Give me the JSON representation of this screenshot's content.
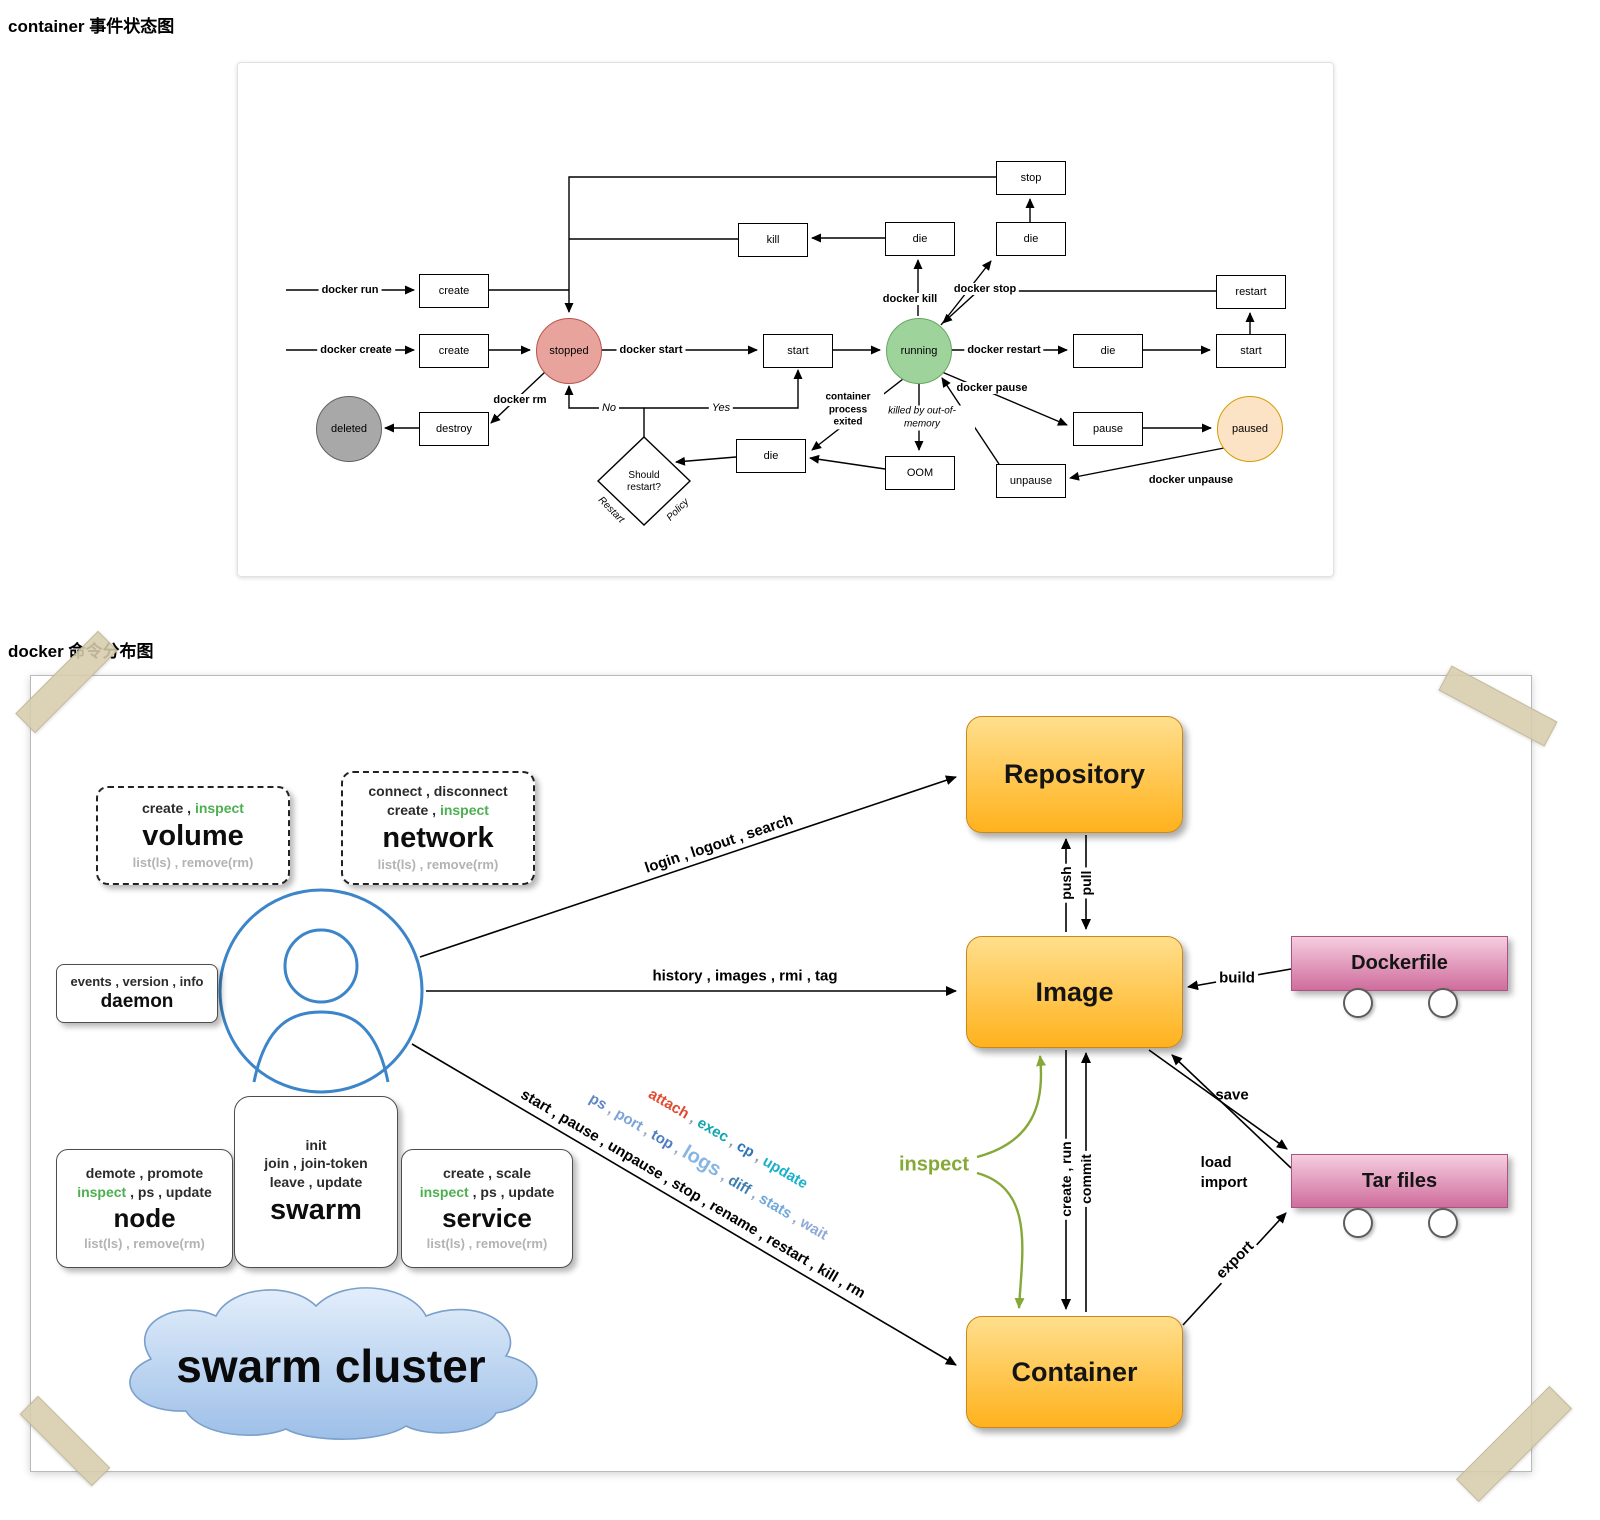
{
  "titles": {
    "state_diagram": "container 事件状态图",
    "command_map": "docker 命令分布图"
  },
  "state_diagram": {
    "boxes": {
      "stop": "stop",
      "kill": "kill",
      "die_kill": "die",
      "die_stop": "die",
      "create_run": "create",
      "restart": "restart",
      "create_create": "create",
      "start_main": "start",
      "die_restart": "die",
      "start_restart": "start",
      "pause": "pause",
      "destroy": "destroy",
      "die_exit": "die",
      "oom": "OOM",
      "unpause": "unpause"
    },
    "states": {
      "stopped": "stopped",
      "running": "running",
      "deleted": "deleted",
      "paused": "paused"
    },
    "decision": "Should restart?",
    "labels": {
      "docker_run": "docker run",
      "docker_create": "docker create",
      "docker_start": "docker start",
      "docker_kill": "docker kill",
      "docker_stop": "docker stop",
      "docker_restart": "docker restart",
      "docker_pause": "docker pause",
      "docker_unpause": "docker unpause",
      "docker_rm": "docker rm",
      "no": "No",
      "yes": "Yes",
      "process_exited": "container process exited",
      "oom_note": "killed by out-of-memory",
      "restart_label": "Restart",
      "policy_label": "Policy"
    },
    "state_colors": {
      "stopped_fill": "#e8a39c",
      "stopped_border": "#b8544f",
      "running_fill": "#9ed49b",
      "running_border": "#67a561",
      "deleted_fill": "#a8a8a8",
      "deleted_border": "#616161",
      "paused_fill": "#fce3c6",
      "paused_border": "#d79b00"
    }
  },
  "command_map": {
    "groups": {
      "volume": {
        "line1_a": "create , ",
        "line1_b": "inspect",
        "name": "volume",
        "line3": "list(ls) , remove(rm)"
      },
      "network": {
        "line1": "connect , disconnect",
        "line2_a": "create , ",
        "line2_b": "inspect",
        "name": "network",
        "line4": "list(ls) , remove(rm)"
      },
      "daemon": {
        "line1": "events , version , info",
        "name": "daemon"
      },
      "node": {
        "line1": "demote , promote",
        "line2_a": "inspect",
        "line2_b": " , ps , update",
        "name": "node",
        "line4": "list(ls) , remove(rm)"
      },
      "swarm": {
        "line1": "init",
        "line2": "join , join-token",
        "line3": "leave , update",
        "name": "swarm"
      },
      "service": {
        "line1": "create , scale",
        "line2_a": "inspect",
        "line2_b": " , ps , update",
        "name": "service",
        "line4": "list(ls) , remove(rm)"
      }
    },
    "entities": {
      "repository": "Repository",
      "image": "Image",
      "container": "Container",
      "dockerfile": "Dockerfile",
      "tar_files": "Tar files"
    },
    "cloud_label": "swarm cluster",
    "edge_labels": {
      "repository": "login , logout , search",
      "image": "history , images , rmi , tag",
      "container_cmds": "start , pause , unpause , stop , rename , restart , kill , rm",
      "push": "push",
      "pull": "pull",
      "create_run": "create , run",
      "commit": "commit",
      "build": "build",
      "save": "save",
      "load": "load",
      "import": "import",
      "export": "export",
      "inspect": "inspect"
    },
    "container_info_cmds": [
      {
        "text": "attach",
        "color": "#e04b30"
      },
      {
        "text": " , ",
        "color": "#8a9bb0"
      },
      {
        "text": "exec",
        "color": "#12a5b0"
      },
      {
        "text": " , ",
        "color": "#8a9bb0"
      },
      {
        "text": "cp",
        "color": "#2e75b6"
      },
      {
        "text": " , ",
        "color": "#8a9bb0"
      },
      {
        "text": "update",
        "color": "#18b1cc"
      }
    ],
    "container_query_cmds": [
      {
        "text": "ps",
        "color": "#5e87c4"
      },
      {
        "text": " , ",
        "color": "#97a9c4"
      },
      {
        "text": "port",
        "color": "#7ba4d9"
      },
      {
        "text": " , ",
        "color": "#97a9c4"
      },
      {
        "text": "top",
        "color": "#4d7ebf"
      },
      {
        "text": " , ",
        "color": "#97a9c4"
      },
      {
        "text": "logs",
        "color": "#85b6e2"
      },
      {
        "text": " , ",
        "color": "#97a9c4"
      },
      {
        "text": "diff",
        "color": "#3f7fae"
      },
      {
        "text": " , ",
        "color": "#97a9c4"
      },
      {
        "text": "stats",
        "color": "#6fa8dc"
      },
      {
        "text": " , ",
        "color": "#97a9c4"
      },
      {
        "text": "wait",
        "color": "#8fa9d8"
      }
    ],
    "accent_colors": {
      "command_green": "#4caf50",
      "inspect_arrow_green": "#85a838",
      "entity_orange_top": "#ffdf8d",
      "entity_orange_bottom": "#ffb21d",
      "file_pink_top": "#f6cddf",
      "file_pink_bottom": "#cf6d9d",
      "user_blue": "#3c85c8",
      "cloud_blue": "#9dbfe8"
    }
  }
}
